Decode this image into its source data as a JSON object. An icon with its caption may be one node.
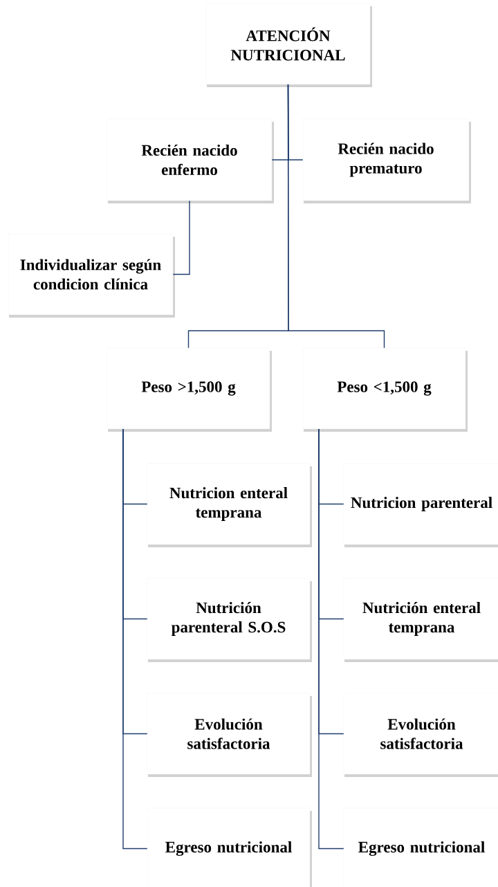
{
  "diagram": {
    "nodes": [
      {
        "text": [
          "ATENCIÓN NUTRICIONAL"
        ]
      },
      {
        "text": [
          "Recién nacido enfermo"
        ]
      },
      {
        "text": [
          "Recién nacido prematuro"
        ]
      },
      {
        "text": [
          "Individualizar según condicion clínica"
        ]
      },
      {
        "text": [
          "Peso >1,500 g"
        ]
      },
      {
        "text": [
          "Peso <1,500 g"
        ]
      },
      {
        "text": [
          "Nutricion enteral temprana"
        ]
      },
      {
        "text": [
          "Nutrición parenteral S.O.S"
        ]
      },
      {
        "text": [
          "Evolución satisfactoria"
        ]
      },
      {
        "text": [
          "Egreso nutricional"
        ]
      },
      {
        "text": [
          "Nutricion parenteral"
        ]
      },
      {
        "text": [
          "Nutrición enteral temprana"
        ]
      },
      {
        "text": [
          "Evolución satisfactoria"
        ]
      },
      {
        "text": [
          "Egreso nutricional"
        ]
      }
    ],
    "edges": [
      {
        "from": 0,
        "to": 1,
        "arrow": "none"
      },
      {
        "from": 0,
        "to": 2,
        "arrow": "none"
      },
      {
        "from": 1,
        "to": 3,
        "arrow": "none"
      },
      {
        "from": 0,
        "to": 4,
        "arrow": "none"
      },
      {
        "from": 0,
        "to": 5,
        "arrow": "none"
      },
      {
        "from": 4,
        "to": 6,
        "arrow": "none"
      },
      {
        "from": 4,
        "to": 7,
        "arrow": "none"
      },
      {
        "from": 4,
        "to": 8,
        "arrow": "none"
      },
      {
        "from": 4,
        "to": 9,
        "arrow": "none"
      },
      {
        "from": 5,
        "to": 10,
        "arrow": "none"
      },
      {
        "from": 5,
        "to": 11,
        "arrow": "none"
      },
      {
        "from": 5,
        "to": 12,
        "arrow": "none"
      },
      {
        "from": 5,
        "to": 13,
        "arrow": "none"
      }
    ]
  }
}
